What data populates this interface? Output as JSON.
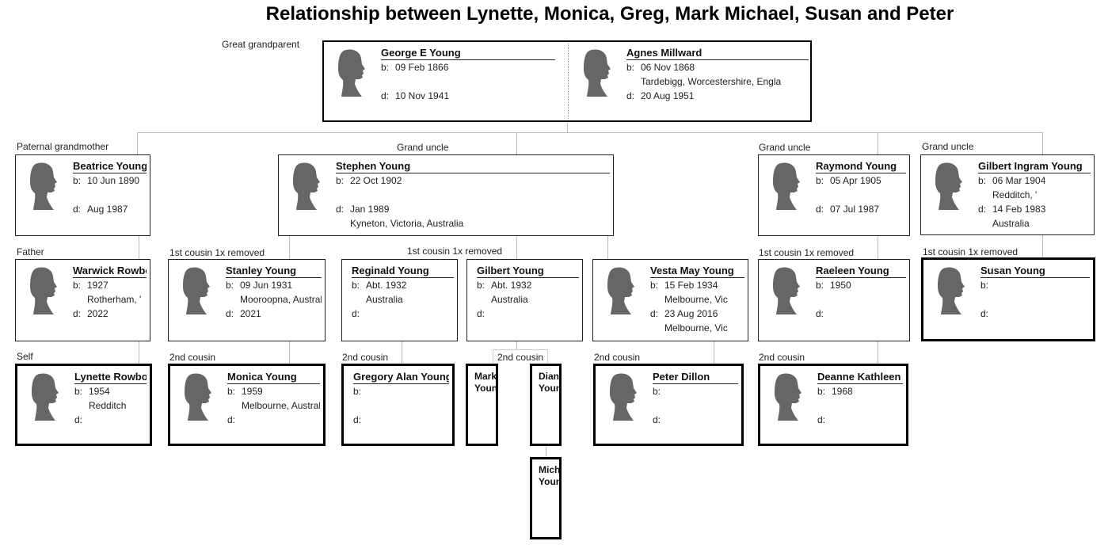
{
  "title": "Relationship between Lynette, Monica, Greg, Mark Michael, Susan and Peter",
  "colors": {
    "silhouette": "#666666",
    "line": "#bbbbbb"
  },
  "couple": {
    "role": "Great grandparent",
    "husband": {
      "name": "George E Young",
      "rows": [
        [
          "b:",
          "09 Feb 1866"
        ],
        [
          "",
          ""
        ],
        [
          "d:",
          "10 Nov 1941"
        ]
      ]
    },
    "wife": {
      "name": "Agnes Millward",
      "rows": [
        [
          "b:",
          "06 Nov 1868"
        ],
        [
          "",
          "Tardebigg, Worcestershire, Engla"
        ],
        [
          "d:",
          "20 Aug 1951"
        ]
      ]
    }
  },
  "cards": [
    {
      "id": "beatrice",
      "role": "Paternal grandmother",
      "name": "Beatrice Young",
      "rows": [
        [
          "b:",
          "10 Jun 1890"
        ],
        [
          "",
          ""
        ],
        [
          "d:",
          "Aug 1987"
        ]
      ]
    },
    {
      "id": "stephen",
      "role": "Grand uncle",
      "name": "Stephen Young",
      "rows": [
        [
          "b:",
          "22 Oct 1902"
        ],
        [
          "",
          ""
        ],
        [
          "d:",
          "Jan 1989"
        ],
        [
          "",
          "Kyneton, Victoria, Australia"
        ]
      ]
    },
    {
      "id": "raymond",
      "role": "Grand uncle",
      "name": "Raymond Young",
      "rows": [
        [
          "b:",
          "05 Apr 1905"
        ],
        [
          "",
          ""
        ],
        [
          "d:",
          "07 Jul 1987"
        ]
      ]
    },
    {
      "id": "gilbert_i",
      "role": "Grand uncle",
      "name": "Gilbert Ingram Young",
      "rows": [
        [
          "b:",
          "06 Mar 1904"
        ],
        [
          "",
          "Redditch, '"
        ],
        [
          "d:",
          "14 Feb 1983"
        ],
        [
          "",
          "Australia"
        ]
      ]
    },
    {
      "id": "warwick",
      "role": "Father",
      "name": "Warwick Rowbottom",
      "rows": [
        [
          "b:",
          "1927"
        ],
        [
          "",
          "Rotherham, '"
        ],
        [
          "d:",
          "2022"
        ]
      ]
    },
    {
      "id": "stanley",
      "role": "1st cousin 1x removed",
      "name": "Stanley Young",
      "rows": [
        [
          "b:",
          "09 Jun 1931"
        ],
        [
          "",
          "Mooroopna, Australia"
        ],
        [
          "d:",
          "2021"
        ]
      ]
    },
    {
      "id": "reginald",
      "role": "1st cousin 1x removed",
      "name": "Reginald Young",
      "rows": [
        [
          "b:",
          "Abt. 1932"
        ],
        [
          "",
          "Australia"
        ],
        [
          "d:",
          ""
        ]
      ]
    },
    {
      "id": "gilbert",
      "role": "",
      "name": "Gilbert  Young",
      "rows": [
        [
          "b:",
          "Abt. 1932"
        ],
        [
          "",
          "Australia"
        ],
        [
          "d:",
          ""
        ]
      ]
    },
    {
      "id": "vesta",
      "role": "",
      "name": "Vesta May Young",
      "rows": [
        [
          "b:",
          "15 Feb 1934"
        ],
        [
          "",
          "Melbourne, Vic"
        ],
        [
          "d:",
          "23 Aug 2016"
        ],
        [
          "",
          "Melbourne, Vic"
        ]
      ]
    },
    {
      "id": "raeleen",
      "role": "1st cousin 1x removed",
      "name": "Raeleen Young",
      "rows": [
        [
          "b:",
          "1950"
        ],
        [
          "",
          ""
        ],
        [
          "d:",
          ""
        ]
      ]
    },
    {
      "id": "susan",
      "role": "1st cousin 1x removed",
      "name": "Susan Young",
      "rows": [
        [
          "b:",
          ""
        ],
        [
          "",
          ""
        ],
        [
          "d:",
          ""
        ]
      ]
    },
    {
      "id": "lynette",
      "role": "Self",
      "name": "Lynette Rowbottom",
      "rows": [
        [
          "b:",
          "1954"
        ],
        [
          "",
          "Redditch"
        ],
        [
          "d:",
          ""
        ]
      ]
    },
    {
      "id": "monica",
      "role": "2nd cousin",
      "name": "Monica Young",
      "rows": [
        [
          "b:",
          "1959"
        ],
        [
          "",
          "Melbourne, Australia"
        ],
        [
          "d:",
          ""
        ]
      ]
    },
    {
      "id": "gregory",
      "role": "2nd cousin",
      "name": "Gregory Alan Young",
      "rows": [
        [
          "b:",
          ""
        ],
        [
          "",
          ""
        ],
        [
          "d:",
          ""
        ]
      ]
    },
    {
      "id": "peter",
      "role": "2nd cousin",
      "name": "Peter  Dillon",
      "rows": [
        [
          "b:",
          ""
        ],
        [
          "",
          ""
        ],
        [
          "d:",
          ""
        ]
      ]
    },
    {
      "id": "deanne",
      "role": "2nd cousin",
      "name": "Deanne Kathleen",
      "rows": [
        [
          "b:",
          "1968"
        ],
        [
          "",
          ""
        ],
        [
          "d:",
          ""
        ]
      ]
    }
  ],
  "small_cards": [
    {
      "id": "mark",
      "role": "2nd cousin",
      "name": "Mark Young"
    },
    {
      "id": "diane",
      "role": "",
      "name": "Diane Young"
    },
    {
      "id": "michael",
      "role": "",
      "name": "Michael Young"
    }
  ]
}
